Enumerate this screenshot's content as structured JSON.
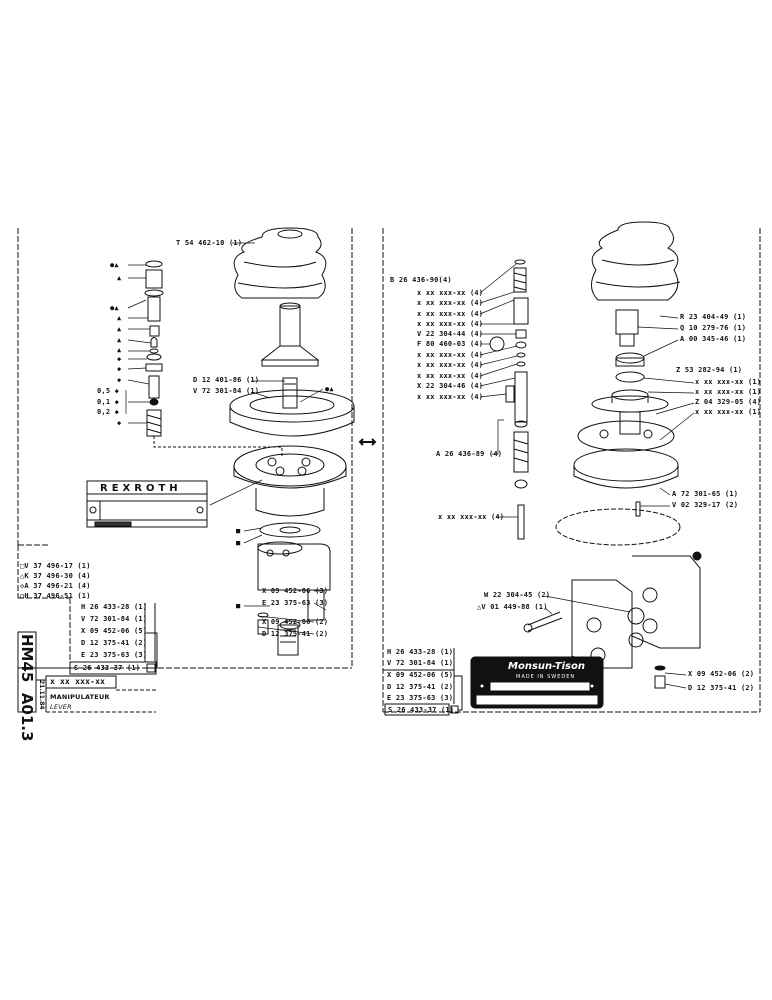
{
  "sheet": {
    "model": "HM45",
    "page": "A01.3",
    "date": "21.11.84",
    "part_number": "x  xx  xxx-xx",
    "title_fr": "MANIPULATEUR",
    "title_en": "LEVER",
    "transition_icon": "double-arrow-icon"
  },
  "left_panel": {
    "callouts": [
      "T 54 462-10 (1)",
      "D 12 401-86 (1)",
      "V 72 301-84 (1)",
      "X 09 452-06 (3)",
      "E 23 375-63 (3)",
      "X 09 452-06 (2)",
      "D 12 375-41 (2)"
    ],
    "symbols": [
      "●▲",
      "▲",
      "●▲",
      "▲",
      "▲",
      "▲",
      "▲",
      "◆",
      "◆",
      "◆",
      "0,5 ◆",
      "0,1 ◆",
      "0,2 ◆",
      "◆",
      "●▲",
      "■",
      "■",
      "■"
    ],
    "legend": [
      {
        "symbol": "□",
        "text": "V 37 496-17 (1)"
      },
      {
        "symbol": "△",
        "text": "K 37 496-30 (4)"
      },
      {
        "symbol": "◇",
        "text": "A 37 496-21 (4)"
      },
      {
        "symbol": "○",
        "text": "H 37 496-51 (1)"
      }
    ],
    "kit": [
      "H 26 433-28 (1)",
      "V 72 301-84 (1)",
      "X 09 452-06 (5)",
      "D 12 375-41 (2)",
      "E 23 375-63 (3)"
    ],
    "kit_total": "S 26 433-37 (1)",
    "brand_plate": "REXROTH"
  },
  "right_panel": {
    "left_callouts": [
      "B 26 436-90(4)",
      "x xx xxx-xx (4)",
      "x xx xxx-xx (4)",
      "x xx xxx-xx (4)",
      "x xx xxx-xx (4)",
      "V 22 304-44 (4)",
      "F 80 460-03 (4)",
      "x xx xxx-xx (4)",
      "x xx xxx-xx (4)",
      "x xx xxx-xx (4)",
      "X 22 304-46 (4)",
      "x xx xxx-xx (4)",
      "A 26 436-89 (4)",
      "x xx xxx-xx (4)"
    ],
    "right_callouts": [
      "R 23 404-49 (1)",
      "Q 10 279-76 (1)",
      "A 00 345-46 (1)",
      "Z 53 282-94 (1)",
      "x xx xxx-xx (1)",
      "x xx xxx-xx (1)",
      "Z 04 329-05 (4)",
      "x xx xxx-xx (1)",
      "A 72 301-65 (1)",
      "V 02 329-17 (2)"
    ],
    "body_callouts": [
      "W 22 304-45 (2)",
      "△V 01 449-88 (1)",
      "X 09 452-06 (2)",
      "D 12 375-41 (2)"
    ],
    "kit": [
      "H 26 433-28 (1)",
      "V 72 301-84 (1)",
      "X 09 452-06 (5)",
      "D 12 375-41 (2)",
      "E 23 375-63 (3)"
    ],
    "kit_total": "S 26 433-37 (1)",
    "brand_plate": {
      "brand": "Monsun-Tison",
      "origin": "MADE IN SWEDEN"
    }
  }
}
